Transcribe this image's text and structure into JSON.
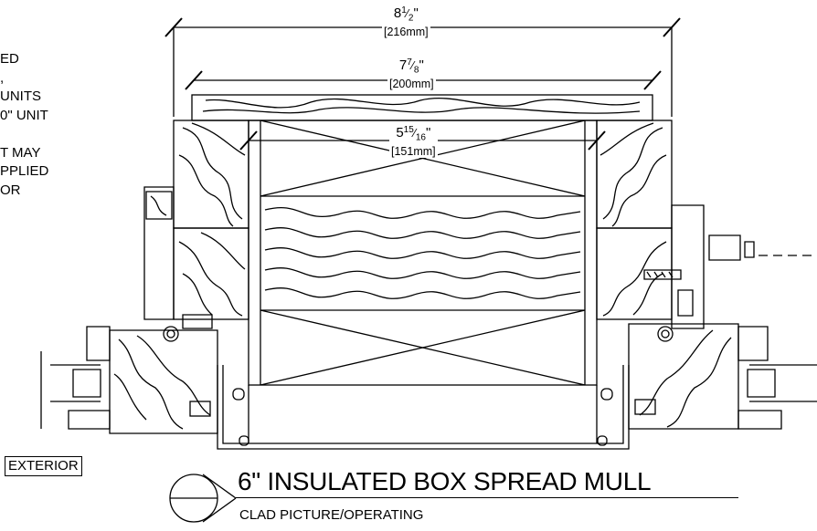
{
  "notes": {
    "lines": [
      "ED",
      ",",
      "UNITS",
      "0\" UNIT",
      "",
      "T MAY",
      "PPLIED",
      "OR"
    ]
  },
  "labels": {
    "exterior": "EXTERIOR",
    "title": "6\" INSULATED BOX SPREAD MULL",
    "subtitle": "CLAD PICTURE/OPERATING"
  },
  "dimensions": [
    {
      "whole": "8",
      "num": "1",
      "den": "2",
      "metric": "[216mm]"
    },
    {
      "whole": "7",
      "num": "7",
      "den": "8",
      "metric": "[200mm]"
    },
    {
      "whole": "5",
      "num": "15",
      "den": "16",
      "metric": "[151mm]"
    }
  ]
}
